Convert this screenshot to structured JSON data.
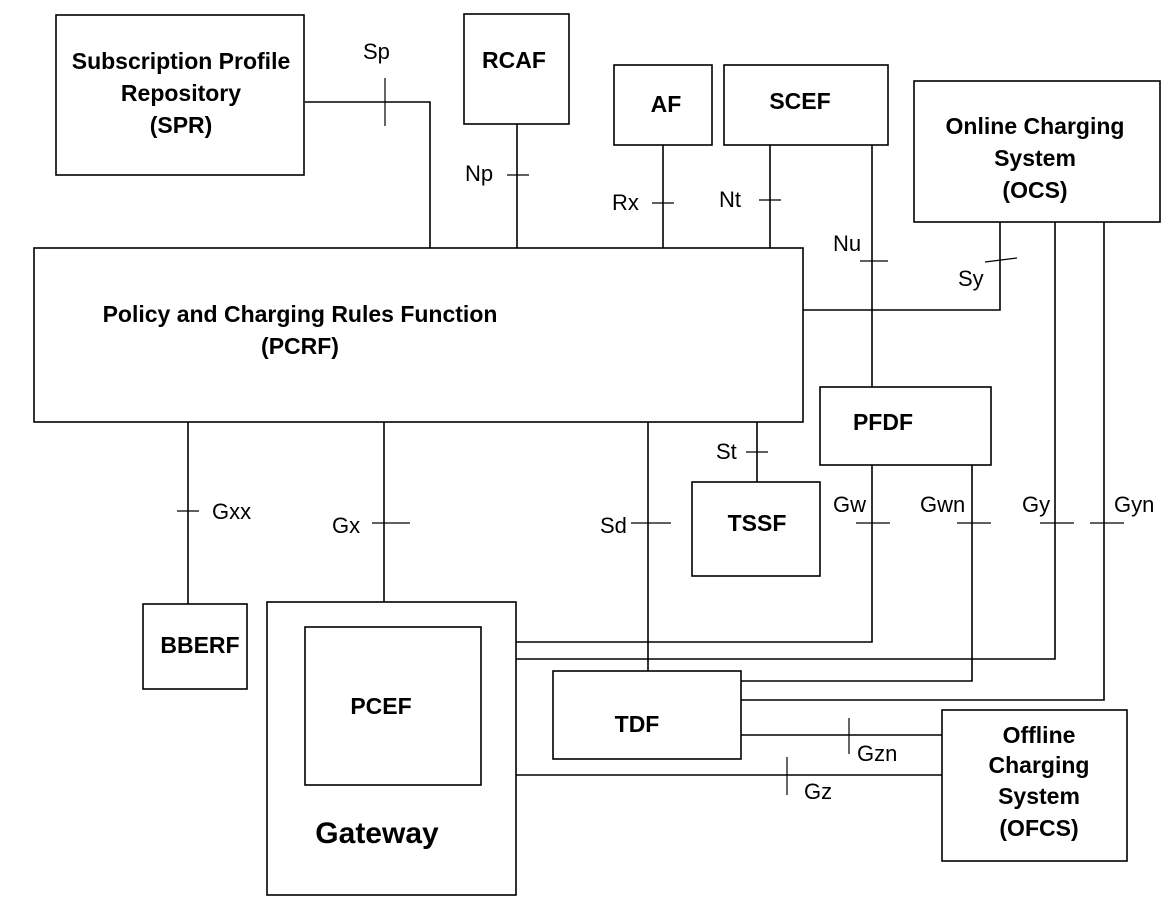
{
  "nodes": {
    "spr": {
      "lines": [
        "Subscription Profile",
        "Repository",
        "(SPR)"
      ]
    },
    "rcaf": {
      "lines": [
        "RCAF"
      ]
    },
    "af": {
      "lines": [
        "AF"
      ]
    },
    "scef": {
      "lines": [
        "SCEF"
      ]
    },
    "ocs": {
      "lines": [
        "Online Charging",
        "System",
        "(OCS)"
      ]
    },
    "pcrf": {
      "lines": [
        "Policy and Charging Rules Function",
        "(PCRF)"
      ]
    },
    "pfdf": {
      "lines": [
        "PFDF"
      ]
    },
    "tssf": {
      "lines": [
        "TSSF"
      ]
    },
    "bberf": {
      "lines": [
        "BBERF"
      ]
    },
    "gateway": {
      "lines": [
        "Gateway"
      ]
    },
    "pcef": {
      "lines": [
        "PCEF"
      ]
    },
    "tdf": {
      "lines": [
        "TDF"
      ]
    },
    "ofcs": {
      "lines": [
        "Offline",
        "Charging",
        "System",
        "(OFCS)"
      ]
    }
  },
  "interfaces": {
    "sp": "Sp",
    "np": "Np",
    "rx": "Rx",
    "nt": "Nt",
    "nu": "Nu",
    "sy": "Sy",
    "st": "St",
    "gxx": "Gxx",
    "gx": "Gx",
    "sd": "Sd",
    "gw": "Gw",
    "gwn": "Gwn",
    "gy": "Gy",
    "gyn": "Gyn",
    "gzn": "Gzn",
    "gz": "Gz"
  }
}
